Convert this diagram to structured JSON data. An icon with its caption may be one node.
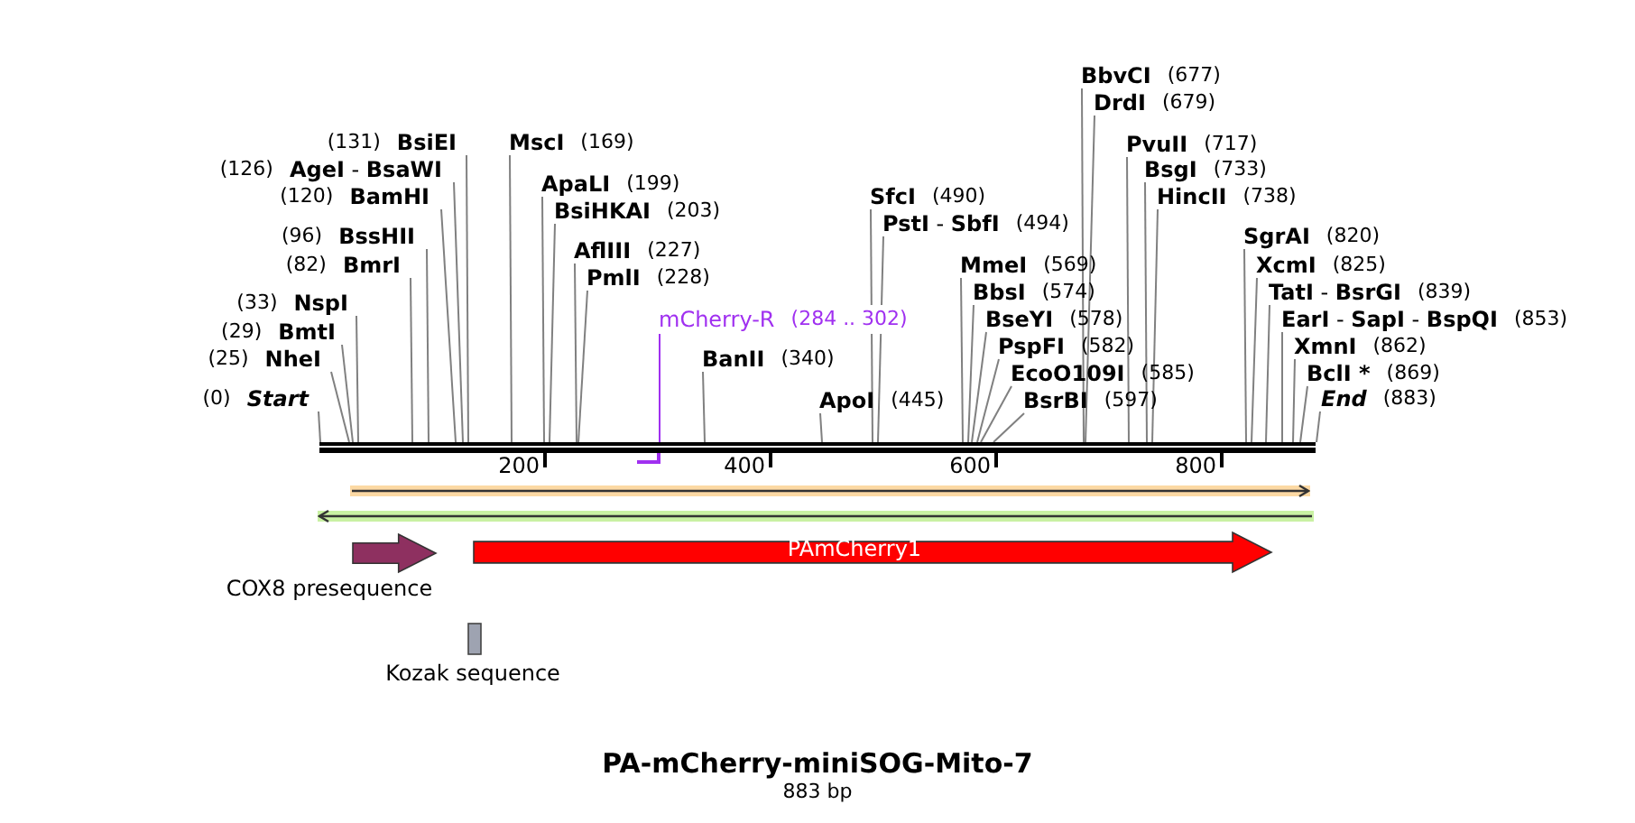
{
  "diagram": {
    "title": "PA-mCherry-miniSOG-Mito-7",
    "caption": "883 bp",
    "nodes": [
      {
        "text": [
          "(0)",
          "Start"
        ]
      },
      {
        "text": [
          "(25)",
          "NheI"
        ]
      },
      {
        "text": [
          "(29)",
          "BmtI"
        ]
      },
      {
        "text": [
          "(33)",
          "NspI"
        ]
      },
      {
        "text": [
          "(82)",
          "BmrI"
        ]
      },
      {
        "text": [
          "(96)",
          "BssHII"
        ]
      },
      {
        "text": [
          "(120)",
          "BamHI"
        ]
      },
      {
        "text": [
          "(126)",
          "**AgeI** - **BsaWI**"
        ]
      },
      {
        "text": [
          "(131)",
          "BsiEI"
        ]
      },
      {
        "text": [
          "MscI",
          "(169)"
        ]
      },
      {
        "text": [
          "ApaLI",
          "(199)"
        ]
      },
      {
        "text": [
          "BsiHKAI",
          "(203)"
        ]
      },
      {
        "text": [
          "AflIII",
          "(227)"
        ]
      },
      {
        "text": [
          "PmlI",
          "(228)"
        ]
      },
      {
        "text": [
          "mCherry-R",
          "(284 .. 302)"
        ]
      },
      {
        "text": [
          "BanII",
          "(340)"
        ]
      },
      {
        "text": [
          "ApoI",
          "(445)"
        ]
      },
      {
        "text": [
          "SfcI",
          "(490)"
        ]
      },
      {
        "text": [
          "**PstI** - **SbfI**",
          "(494)"
        ]
      },
      {
        "text": [
          "MmeI",
          "(569)"
        ]
      },
      {
        "text": [
          "BbsI",
          "(574)"
        ]
      },
      {
        "text": [
          "BseYI",
          "(578)"
        ]
      },
      {
        "text": [
          "PspFI",
          "(582)"
        ]
      },
      {
        "text": [
          "EcoO109I",
          "(585)"
        ]
      },
      {
        "text": [
          "BsrBI",
          "(597)"
        ]
      },
      {
        "text": [
          "BbvCI",
          "(677)"
        ]
      },
      {
        "text": [
          "DrdI",
          "(679)"
        ]
      },
      {
        "text": [
          "PvuII",
          "(717)"
        ]
      },
      {
        "text": [
          "BsgI",
          "(733)"
        ]
      },
      {
        "text": [
          "HincII",
          "(738)"
        ]
      },
      {
        "text": [
          "SgrAI",
          "(820)"
        ]
      },
      {
        "text": [
          "XcmI",
          "(825)"
        ]
      },
      {
        "text": [
          "**TatI** - **BsrGI**",
          "(839)"
        ]
      },
      {
        "text": [
          "**EarI** - **SapI** - **BspQI**",
          "(853)"
        ]
      },
      {
        "text": [
          "XmnI",
          "(862)"
        ]
      },
      {
        "text": [
          "BclI *",
          "(869)"
        ]
      },
      {
        "text": [
          "End",
          "(883)"
        ]
      },
      {
        "text": [],
        "shape": "bar"
      },
      {
        "text": [],
        "shape": "arrow"
      },
      {
        "text": [],
        "shape": "arrow"
      },
      {
        "text": [
          "COX8 presequence"
        ]
      },
      {
        "text": [
          "PAmCherry1"
        ]
      },
      {
        "text": [
          "Kozak sequence"
        ]
      }
    ],
    "edges": [
      {
        "from": 0,
        "to": 37,
        "arrow": "none"
      },
      {
        "from": 1,
        "to": 37,
        "arrow": "none"
      },
      {
        "from": 2,
        "to": 37,
        "arrow": "none"
      },
      {
        "from": 3,
        "to": 37,
        "arrow": "none"
      },
      {
        "from": 4,
        "to": 37,
        "arrow": "none"
      },
      {
        "from": 5,
        "to": 37,
        "arrow": "none"
      },
      {
        "from": 6,
        "to": 37,
        "arrow": "none"
      },
      {
        "from": 7,
        "to": 37,
        "arrow": "none"
      },
      {
        "from": 8,
        "to": 37,
        "arrow": "none"
      },
      {
        "from": 9,
        "to": 37,
        "arrow": "none"
      },
      {
        "from": 10,
        "to": 37,
        "arrow": "none"
      },
      {
        "from": 11,
        "to": 37,
        "arrow": "none"
      },
      {
        "from": 12,
        "to": 37,
        "arrow": "none"
      },
      {
        "from": 13,
        "to": 37,
        "arrow": "none"
      },
      {
        "from": 14,
        "to": 37,
        "arrow": "none",
        "color": "#a030f0"
      },
      {
        "from": 15,
        "to": 37,
        "arrow": "none"
      },
      {
        "from": 16,
        "to": 37,
        "arrow": "none"
      },
      {
        "from": 17,
        "to": 37,
        "arrow": "none"
      },
      {
        "from": 18,
        "to": 37,
        "arrow": "none"
      },
      {
        "from": 19,
        "to": 37,
        "arrow": "none"
      },
      {
        "from": 20,
        "to": 37,
        "arrow": "none"
      },
      {
        "from": 21,
        "to": 37,
        "arrow": "none"
      },
      {
        "from": 22,
        "to": 37,
        "arrow": "none"
      },
      {
        "from": 23,
        "to": 37,
        "arrow": "none"
      },
      {
        "from": 24,
        "to": 37,
        "arrow": "none"
      },
      {
        "from": 25,
        "to": 37,
        "arrow": "none"
      },
      {
        "from": 26,
        "to": 37,
        "arrow": "none"
      },
      {
        "from": 27,
        "to": 37,
        "arrow": "none"
      },
      {
        "from": 28,
        "to": 37,
        "arrow": "none"
      },
      {
        "from": 29,
        "to": 37,
        "arrow": "none"
      },
      {
        "from": 30,
        "to": 37,
        "arrow": "none"
      },
      {
        "from": 31,
        "to": 37,
        "arrow": "none"
      },
      {
        "from": 32,
        "to": 37,
        "arrow": "none"
      },
      {
        "from": 33,
        "to": 37,
        "arrow": "none"
      },
      {
        "from": 34,
        "to": 37,
        "arrow": "none"
      },
      {
        "from": 35,
        "to": 37,
        "arrow": "none"
      },
      {
        "from": 36,
        "to": 37,
        "arrow": "none"
      }
    ],
    "labels": [
      "200",
      "400",
      "600",
      "800"
    ]
  }
}
